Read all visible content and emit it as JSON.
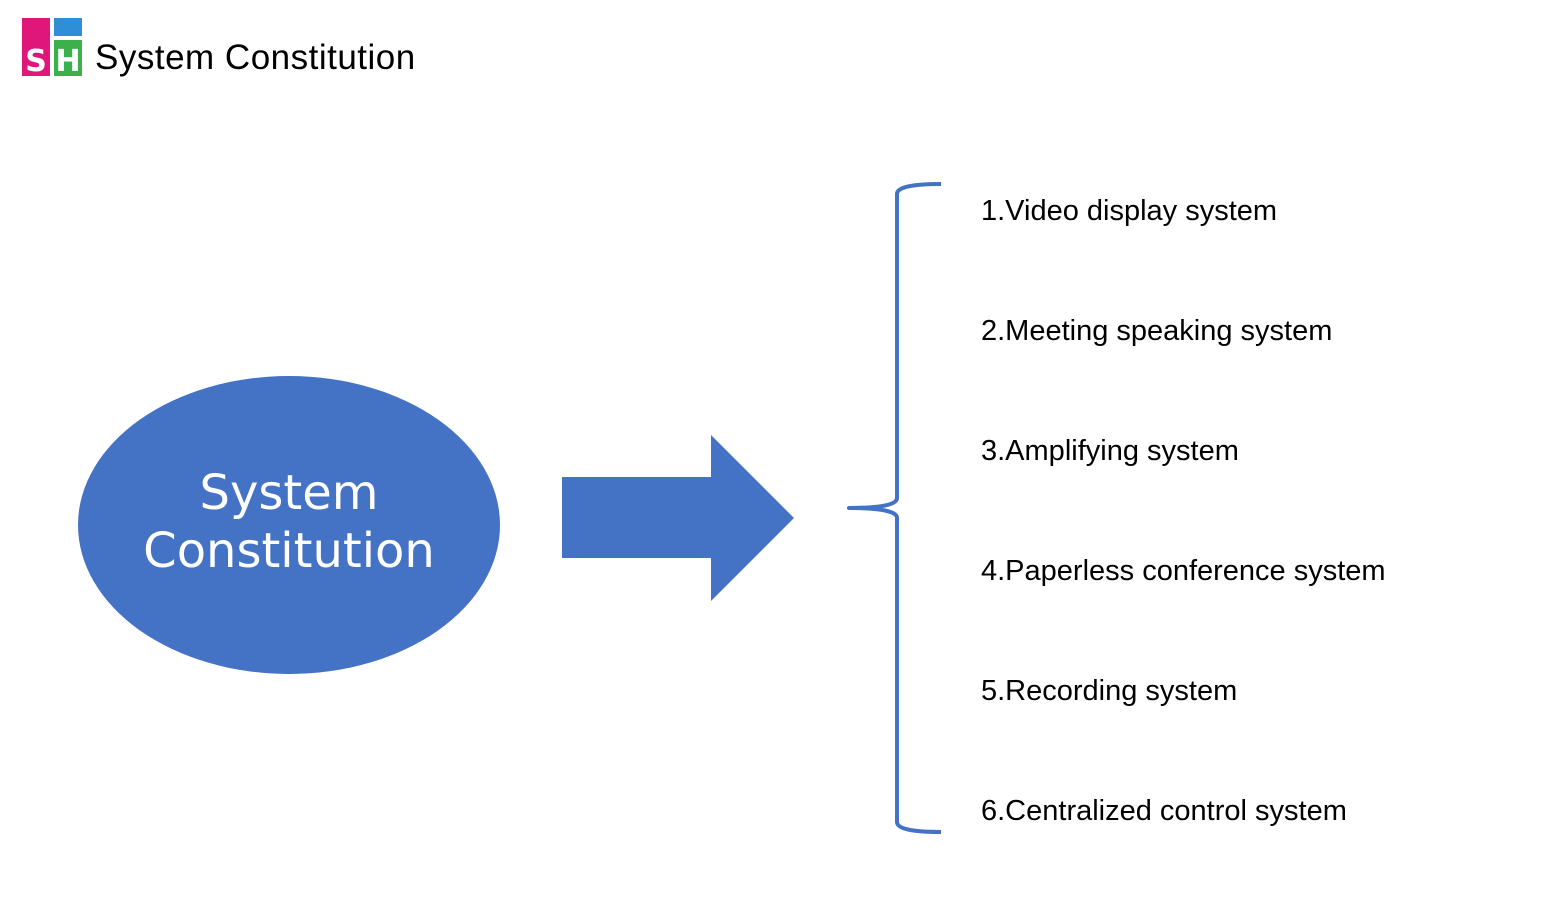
{
  "header": {
    "logo_text": "SH",
    "title": "System Constitution"
  },
  "diagram": {
    "center_label": "System Constitution",
    "items": [
      "1.Video display system",
      "2.Meeting speaking system",
      "3.Amplifying system",
      "4.Paperless conference system",
      "5.Recording system",
      "6.Centralized control system"
    ]
  },
  "colors": {
    "shape_fill": "#4472C4",
    "brace_stroke": "#4472C4",
    "logo_pink": "#E0177A",
    "logo_blue": "#2E8FD8",
    "logo_green": "#3CB04A",
    "text": "#000000",
    "center_text": "#FFFFFF"
  },
  "icons": {
    "logo": "sh-logo-icon",
    "arrow": "right-arrow-icon",
    "brace": "curly-brace-icon"
  }
}
